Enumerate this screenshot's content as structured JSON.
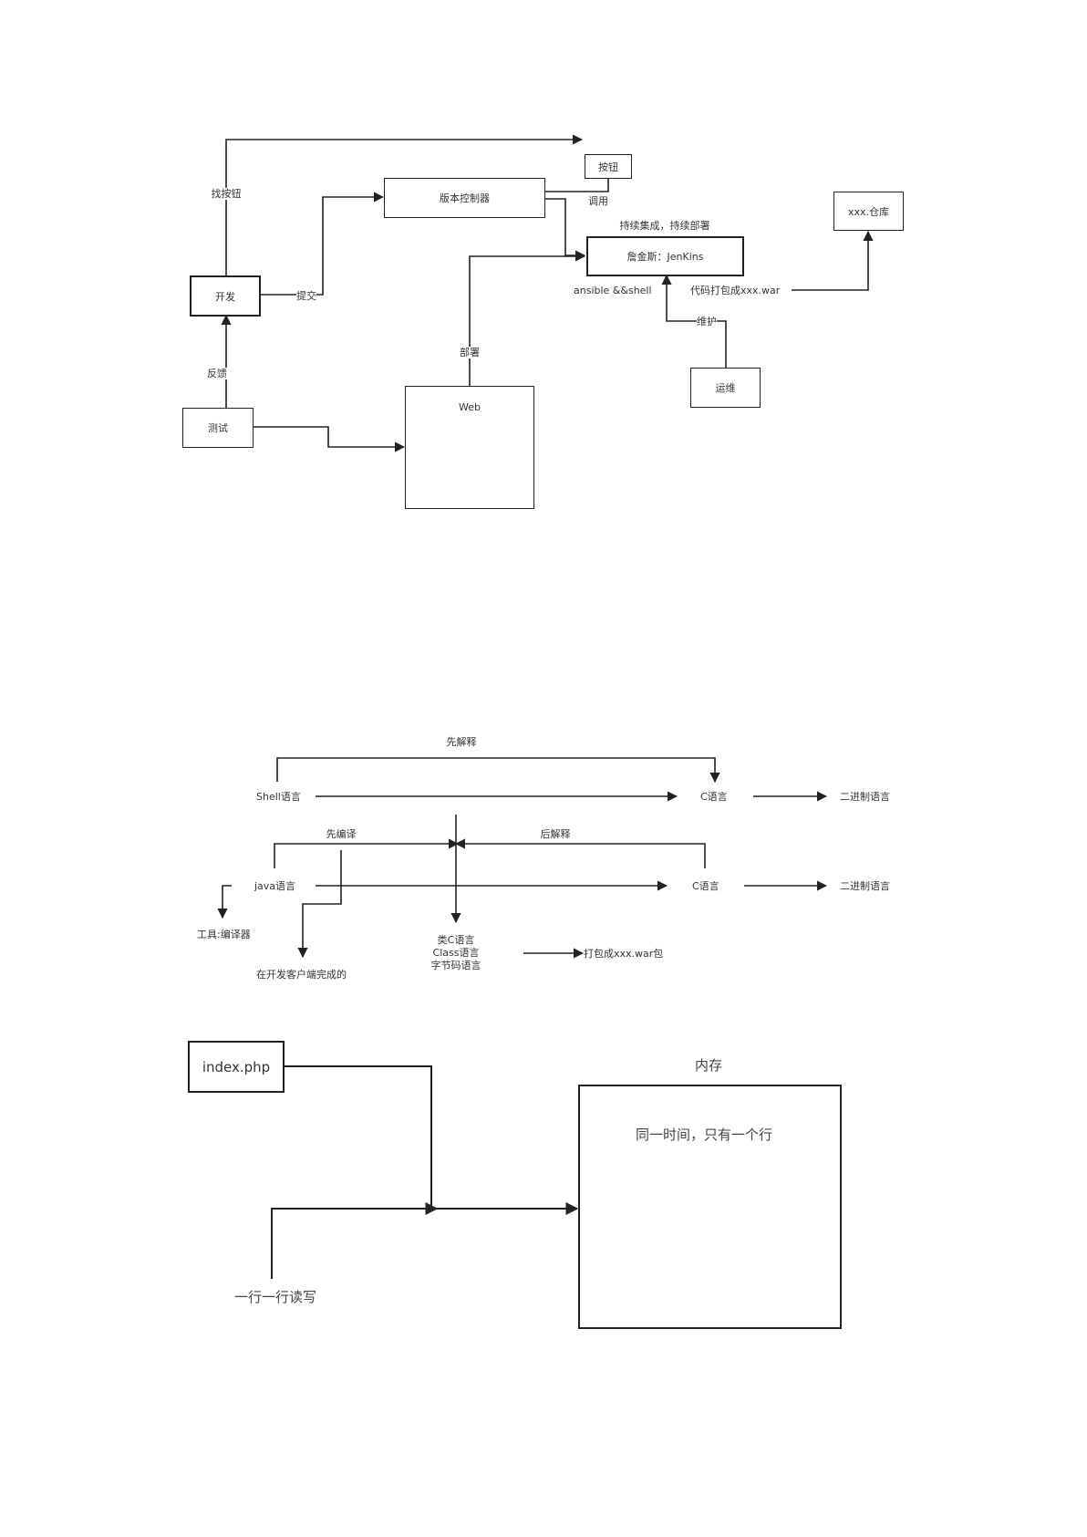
{
  "diagram1": {
    "nodes": {
      "button": "按钮",
      "vcs": "版本控制器",
      "jenkins": "詹金斯：JenKins",
      "repo": "xxx.仓库",
      "dev": "开发",
      "test": "测试",
      "web": "Web",
      "ops": "运维"
    },
    "labels": {
      "find_button": "找按钮",
      "call": "调用",
      "ci_cd": "持续集成，持续部署",
      "submit": "提交",
      "ansible": "ansible &&shell",
      "package": "代码打包成xxx.war",
      "maintain": "维护",
      "deploy": "部署",
      "feedback": "反馈"
    }
  },
  "diagram2": {
    "labels": {
      "interpret_first": "先解释",
      "shell": "Shell语言",
      "c1": "C语言",
      "binary1": "二进制语言",
      "compile_first": "先编译",
      "interpret_after": "后解释",
      "java": "java语言",
      "c2": "C语言",
      "binary2": "二进制语言",
      "tool_compiler": "工具:编译器",
      "client_done": "在开发客户端完成的",
      "c_like": "类C语言",
      "class_lang": "Class语言",
      "bytecode": "字节码语言",
      "package_war": "打包成xxx.war包"
    }
  },
  "diagram3": {
    "index_php": "index.php",
    "memory_title": "内存",
    "memory_note": "同一时间，只有一个行",
    "line_by_line": "一行一行读写"
  },
  "colors": {
    "stroke": "#222222",
    "text": "#333333"
  }
}
